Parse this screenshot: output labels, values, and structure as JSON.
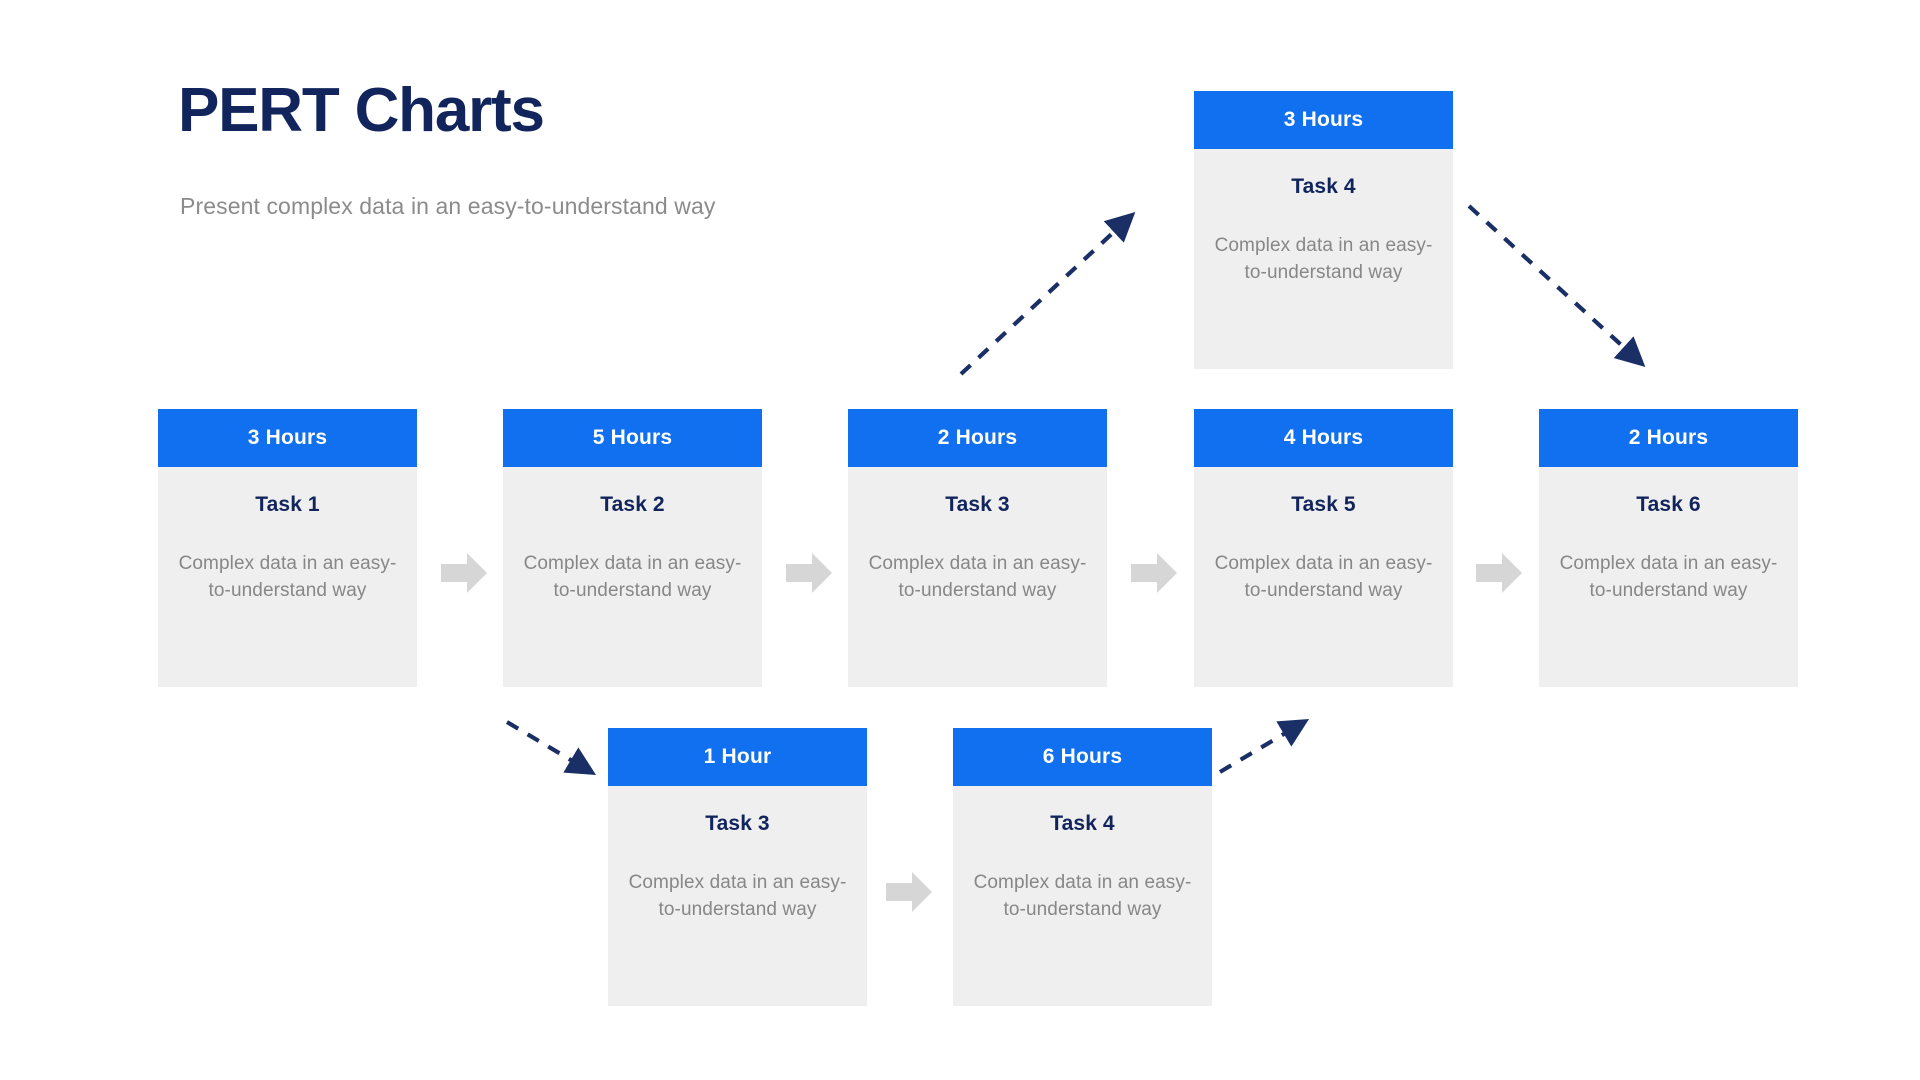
{
  "header": {
    "title": "PERT Charts",
    "subtitle": "Present complex data in an easy-to-understand way"
  },
  "theme": {
    "header_blue": "#1070f0",
    "card_body_grey": "#efefef",
    "navy_text": "#11255c",
    "body_text_grey": "#878787",
    "block_arrow_grey": "#d6d6d6",
    "dashed_arrow_navy": "#1a2f66",
    "page_background": "#ffffff"
  },
  "chart_data": {
    "type": "diagram",
    "title": "PERT Charts",
    "subtitle": "Present complex data in an easy-to-understand way",
    "nodes": [
      {
        "id": "top",
        "duration": "3 Hours",
        "task": "Task 4",
        "description": "Complex data in an easy-to-understand way",
        "row": "top",
        "index": 0
      },
      {
        "id": "m1",
        "duration": "3 Hours",
        "task": "Task 1",
        "description": "Complex data in an easy-to-understand way",
        "row": "middle",
        "index": 0
      },
      {
        "id": "m2",
        "duration": "5 Hours",
        "task": "Task 2",
        "description": "Complex data in an easy-to-understand way",
        "row": "middle",
        "index": 1
      },
      {
        "id": "m3",
        "duration": "2 Hours",
        "task": "Task 3",
        "description": "Complex data in an easy-to-understand way",
        "row": "middle",
        "index": 2
      },
      {
        "id": "m4",
        "duration": "4 Hours",
        "task": "Task 5",
        "description": "Complex data in an easy-to-understand way",
        "row": "middle",
        "index": 3
      },
      {
        "id": "m5",
        "duration": "2 Hours",
        "task": "Task 6",
        "description": "Complex data in an easy-to-understand way",
        "row": "middle",
        "index": 4
      },
      {
        "id": "b1",
        "duration": "1 Hour",
        "task": "Task 3",
        "description": "Complex data in an easy-to-understand way",
        "row": "bottom",
        "index": 0
      },
      {
        "id": "b2",
        "duration": "6 Hours",
        "task": "Task 4",
        "description": "Complex data in an easy-to-understand way",
        "row": "bottom",
        "index": 1
      }
    ],
    "edges": [
      {
        "from": "m1",
        "to": "m2",
        "style": "solid-block"
      },
      {
        "from": "m2",
        "to": "m3",
        "style": "solid-block"
      },
      {
        "from": "m3",
        "to": "m4",
        "style": "solid-block"
      },
      {
        "from": "m4",
        "to": "m5",
        "style": "solid-block"
      },
      {
        "from": "b1",
        "to": "b2",
        "style": "solid-block"
      },
      {
        "from": "m3",
        "to": "top",
        "style": "dashed"
      },
      {
        "from": "top",
        "to": "m5",
        "style": "dashed"
      },
      {
        "from": "m2",
        "to": "b1",
        "style": "dashed"
      },
      {
        "from": "b2",
        "to": "m4",
        "style": "dashed"
      }
    ]
  },
  "cards": {
    "top": {
      "duration": "3 Hours",
      "task": "Task 4",
      "description": "Complex data in an easy-to-understand way"
    },
    "middle": [
      {
        "duration": "3 Hours",
        "task": "Task 1",
        "description": "Complex data in an easy-to-understand way"
      },
      {
        "duration": "5 Hours",
        "task": "Task 2",
        "description": "Complex data in an easy-to-understand way"
      },
      {
        "duration": "2 Hours",
        "task": "Task 3",
        "description": "Complex data in an easy-to-understand way"
      },
      {
        "duration": "4 Hours",
        "task": "Task 5",
        "description": "Complex data in an easy-to-understand way"
      },
      {
        "duration": "2 Hours",
        "task": "Task 6",
        "description": "Complex data in an easy-to-understand way"
      }
    ],
    "bottom": [
      {
        "duration": "1 Hour",
        "task": "Task 3",
        "description": "Complex data in an easy-to-understand way"
      },
      {
        "duration": "6 Hours",
        "task": "Task 4",
        "description": "Complex data in an easy-to-understand way"
      }
    ]
  }
}
